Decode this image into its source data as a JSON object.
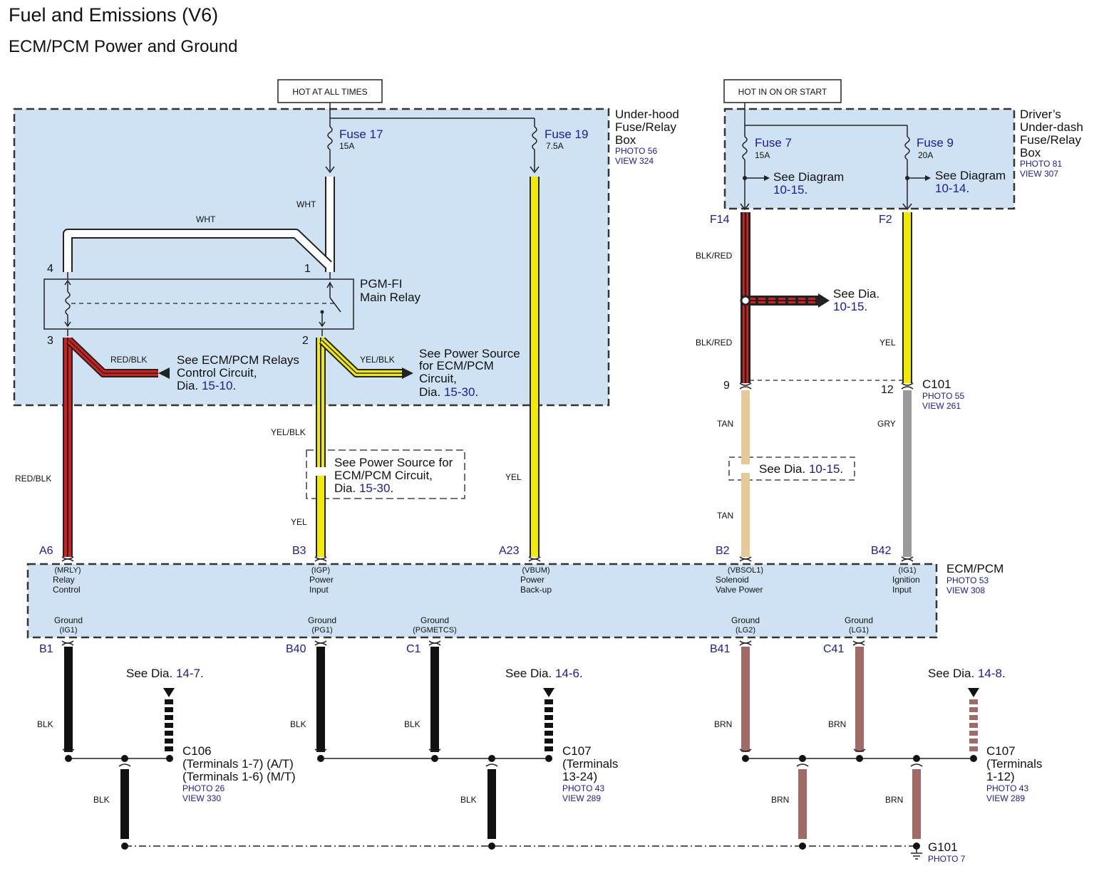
{
  "title": "Fuel and Emissions (V6)",
  "subtitle": "ECM/PCM Power and Ground",
  "hot_labels": {
    "always": "HOT AT ALL TIMES",
    "on_start": "HOT IN ON OR START"
  },
  "underhood_box": {
    "line1": "Under-hood",
    "line2": "Fuse/Relay",
    "line3": "Box",
    "photo": "PHOTO 56",
    "view": "VIEW 324"
  },
  "underdash_box": {
    "line1": "Driver’s",
    "line2": "Under-dash",
    "line3": "Fuse/Relay",
    "line4": "Box",
    "photo": "PHOTO 81",
    "view": "VIEW 307"
  },
  "fuses": {
    "f17": {
      "name": "Fuse 17",
      "amps": "15A"
    },
    "f19": {
      "name": "Fuse 19",
      "amps": "7.5A"
    },
    "f7": {
      "name": "Fuse 7",
      "amps": "15A"
    },
    "f9": {
      "name": "Fuse 9",
      "amps": "20A"
    }
  },
  "relay": {
    "line1": "PGM-FI",
    "line2": "Main Relay",
    "pin4": "4",
    "pin1": "1",
    "pin3": "3",
    "pin2": "2"
  },
  "wire_labels": {
    "wht_loop": "WHT",
    "wht_vert": "WHT",
    "red_blk_branch": "RED/BLK",
    "yel_blk_branch": "YEL/BLK",
    "red_blk_down": "RED/BLK",
    "yel_blk_down": "YEL/BLK",
    "yel_b3": "YEL",
    "yel_a23": "YEL",
    "blk_red_1": "BLK/RED",
    "blk_red_2": "BLK/RED",
    "yel_f2": "YEL",
    "tan_1": "TAN",
    "tan_2": "TAN",
    "gry": "GRY",
    "blk_b1": "BLK",
    "blk_b40": "BLK",
    "blk_c1": "BLK",
    "brn_b41": "BRN",
    "brn_c41": "BRN",
    "blk_g1": "BLK",
    "blk_g2": "BLK",
    "brn_g1": "BRN",
    "brn_g2": "BRN"
  },
  "notes": {
    "relays_ctrl": {
      "line1": "See ECM/PCM Relays",
      "line2": "Control Circuit,",
      "dia": "Dia.",
      "ref": "15-10",
      "dot": "."
    },
    "power_src": {
      "line1": "See Power Source",
      "line2": "for ECM/PCM",
      "line3": "Circuit,",
      "dia": "Dia.",
      "ref": "15-30",
      "dot": "."
    },
    "power_src_box": {
      "line1": "See Power Source for",
      "line2": "ECM/PCM Circuit,",
      "dia": "Dia.",
      "ref": "15-30",
      "dot": "."
    },
    "f7_see": {
      "line1": "See Diagram",
      "ref": "10-15",
      "dot": "."
    },
    "f9_see": {
      "line1": "See Diagram",
      "ref": "10-14",
      "dot": "."
    },
    "blkred_see": {
      "line1": "See Dia.",
      "ref": "10-15",
      "dot": "."
    },
    "tan_see": {
      "line1": "See Dia.",
      "ref": "10-15",
      "dot": "."
    },
    "gnd1_see": {
      "line1": "See Dia.",
      "ref": "14-7",
      "dot": "."
    },
    "gnd2_see": {
      "line1": "See Dia.",
      "ref": "14-6",
      "dot": "."
    },
    "gnd3_see": {
      "line1": "See Dia.",
      "ref": "14-8",
      "dot": "."
    }
  },
  "terminals": {
    "f14": "F14",
    "f2": "F2",
    "c101_9": "9",
    "c101_12": "12",
    "a6": "A6",
    "b3": "B3",
    "a23": "A23",
    "b2": "B2",
    "b42": "B42",
    "b1": "B1",
    "b40": "B40",
    "c1": "C1",
    "b41": "B41",
    "c41": "C41"
  },
  "c101": {
    "name": "C101",
    "photo": "PHOTO 55",
    "view": "VIEW 261"
  },
  "ecm": {
    "name": "ECM/PCM",
    "photo": "PHOTO 53",
    "view": "VIEW 308",
    "pins_top": [
      {
        "code": "(MRLY)",
        "l1": "Relay",
        "l2": "Control"
      },
      {
        "code": "(IGP)",
        "l1": "Power",
        "l2": "Input"
      },
      {
        "code": "(VBUM)",
        "l1": "Power",
        "l2": "Back-up"
      },
      {
        "code": "(VBSOL1)",
        "l1": "Solenoid",
        "l2": "Valve Power"
      },
      {
        "code": "(IG1)",
        "l1": "Ignition",
        "l2": "Input"
      }
    ],
    "pins_bottom": [
      {
        "l1": "Ground",
        "code": "(IG1)"
      },
      {
        "l1": "Ground",
        "code": "(PG1)"
      },
      {
        "l1": "Ground",
        "code": "(PGMETCS)"
      },
      {
        "l1": "Ground",
        "code": "(LG2)"
      },
      {
        "l1": "Ground",
        "code": "(LG1)"
      }
    ]
  },
  "connectors": {
    "c106": {
      "name": "C106",
      "l1": "(Terminals 1-7) (A/T)",
      "l2": "(Terminals 1-6) (M/T)",
      "photo": "PHOTO 26",
      "view": "VIEW 330"
    },
    "c107a": {
      "name": "C107",
      "l1": "(Terminals",
      "l2": "13-24)",
      "photo": "PHOTO 43",
      "view": "VIEW 289"
    },
    "c107b": {
      "name": "C107",
      "l1": "(Terminals",
      "l2": "1-12)",
      "photo": "PHOTO 43",
      "view": "VIEW 289"
    },
    "g101": {
      "name": "G101",
      "photo": "PHOTO 7"
    }
  }
}
